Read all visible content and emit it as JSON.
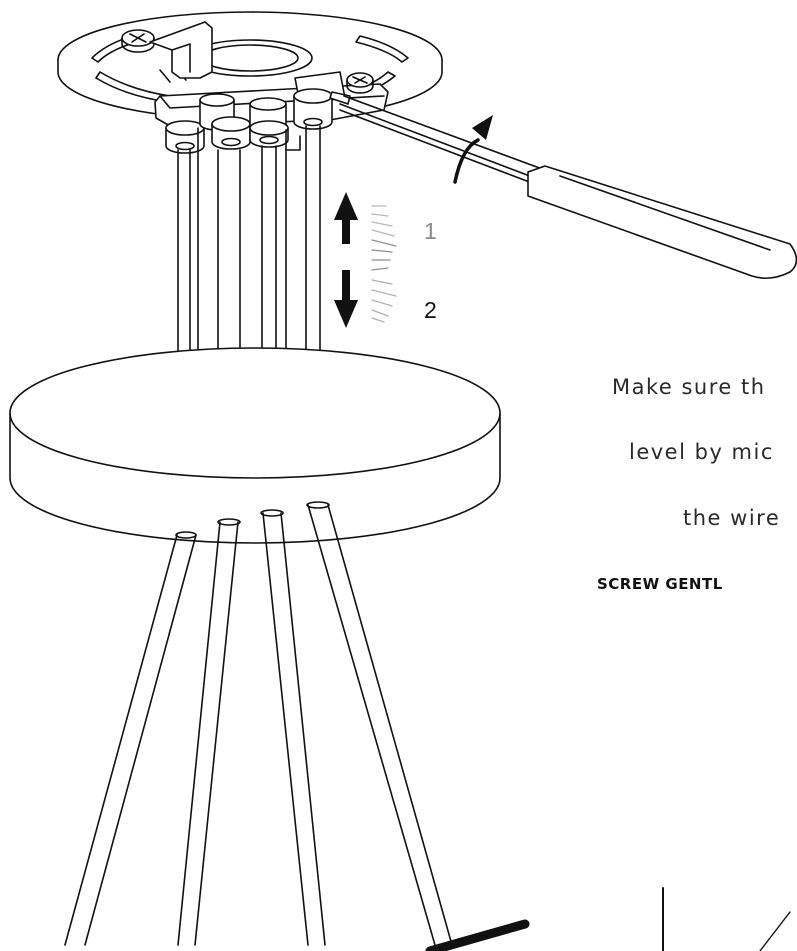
{
  "instructions": {
    "line1": "Make sure th",
    "line2": "level by mic",
    "line3": "the wire",
    "warning": "SCREW GENTL"
  },
  "scale": {
    "label_up": "1",
    "label_down": "2"
  },
  "colors": {
    "line": "#111111",
    "arrow": "#111111",
    "scale_ticks": "#9a9a9a"
  },
  "icons": {
    "rotation": "curved-rotation-arrow-icon",
    "adjust": "up-down-arrow-icon"
  }
}
